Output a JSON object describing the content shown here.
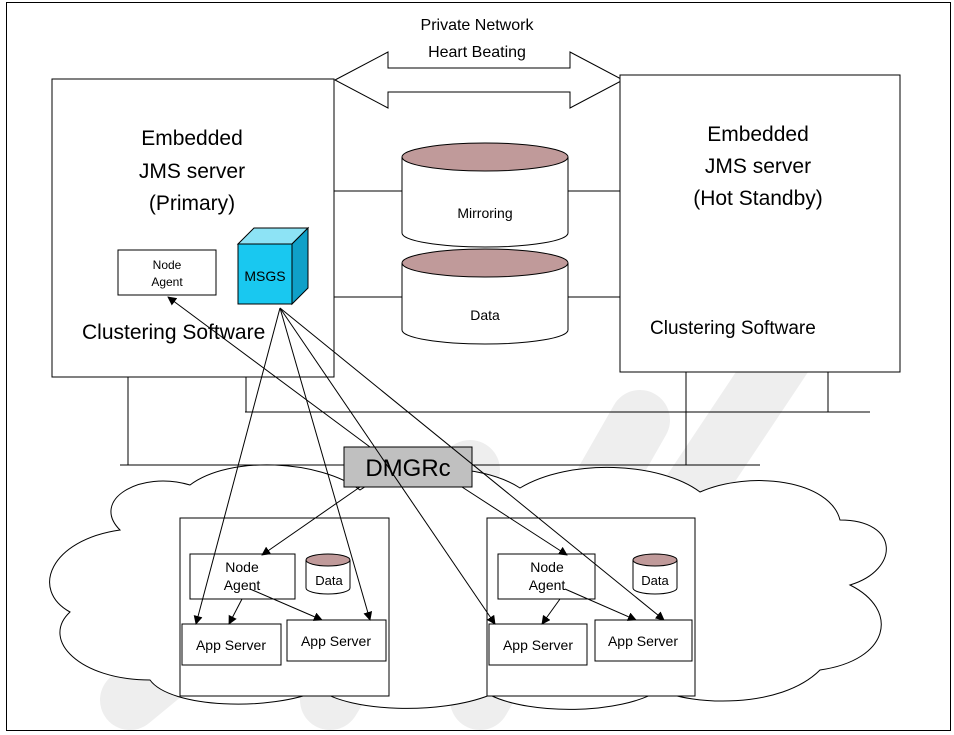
{
  "network": {
    "line1": "Private Network",
    "line2": "Heart Beating"
  },
  "primary_server": {
    "line1": "Embedded",
    "line2": "JMS server",
    "line3": "(Primary)",
    "node_agent_line1": "Node",
    "node_agent_line2": "Agent",
    "msgs": "MSGS",
    "clustering": "Clustering Software"
  },
  "standby_server": {
    "line1": "Embedded",
    "line2": "JMS server",
    "line3": "(Hot Standby)",
    "clustering": "Clustering Software"
  },
  "storage": {
    "mirroring": "Mirroring",
    "data": "Data"
  },
  "dmgr": {
    "label": "DMGRc"
  },
  "node_left": {
    "node_agent_line1": "Node",
    "node_agent_line2": "Agent",
    "data": "Data",
    "app_server_1": "App Server",
    "app_server_2": "App Server"
  },
  "node_right": {
    "node_agent_line1": "Node",
    "node_agent_line2": "Agent",
    "data": "Data",
    "app_server_1": "App Server",
    "app_server_2": "App Server"
  },
  "colors": {
    "cylinder_top": "#c09a9a",
    "msgs_cube": "#19c8f0",
    "dmgr_box": "#c0c0c0",
    "watermark": "#eeeeee"
  }
}
